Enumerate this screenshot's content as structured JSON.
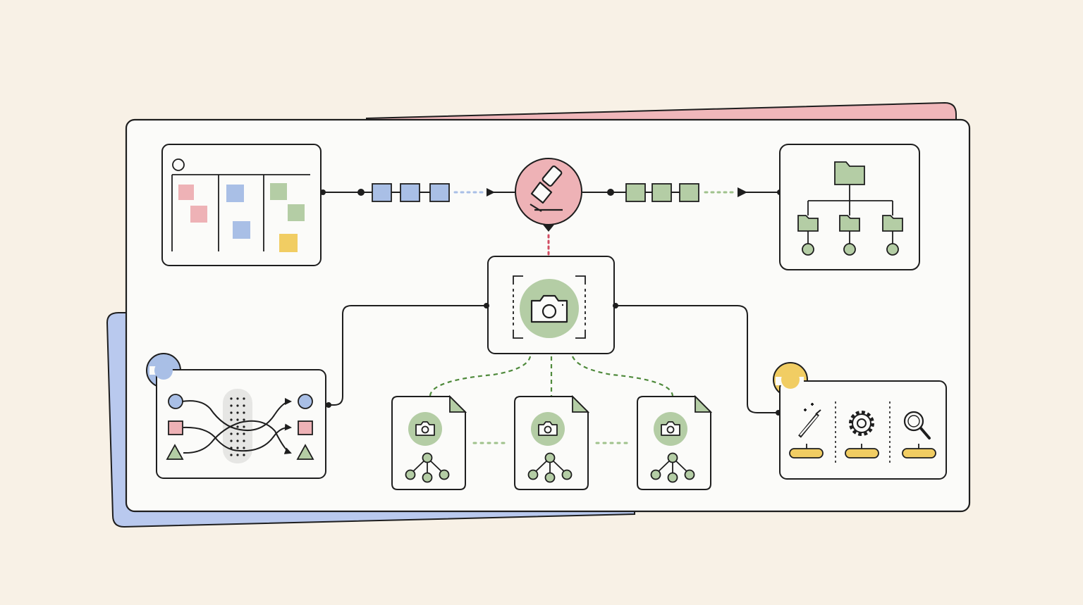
{
  "colors": {
    "background": "#f8f1e6",
    "panel": "#fbfbf9",
    "ink": "#1e1e1e",
    "red": "#eeb2b6",
    "red_line": "#d24d63",
    "blue": "#a9bfe6",
    "green": "#b4cda5",
    "green_line": "#4f8a3c",
    "yellow": "#f1cd63",
    "back_card_red": "#f0b7ba",
    "back_card_blue": "#b9c9ee"
  },
  "icons": {
    "kanban_board": "kanban-board-icon",
    "hub": "stamp-icon",
    "folder_tree": "folder-tree-icon",
    "capture": "camera-icon",
    "shape_router": "shape-shuffle-icon",
    "document": "document-camera-icon",
    "tools": [
      "wand-icon",
      "gear-icon",
      "magnifier-icon"
    ]
  },
  "diagram": {
    "nodes": [
      {
        "id": "kanban-board",
        "shape": "board"
      },
      {
        "id": "stamp-hub",
        "shape": "circle"
      },
      {
        "id": "folder-tree",
        "shape": "tree"
      },
      {
        "id": "capture-frame",
        "shape": "camera-frame"
      },
      {
        "id": "shape-router",
        "shape": "shuffle"
      },
      {
        "id": "document-1",
        "shape": "document"
      },
      {
        "id": "document-2",
        "shape": "document"
      },
      {
        "id": "document-3",
        "shape": "document"
      },
      {
        "id": "tool-panel",
        "shape": "tools"
      }
    ],
    "edges": [
      {
        "from": "kanban-board",
        "to": "stamp-hub",
        "style": "queue-blue"
      },
      {
        "from": "stamp-hub",
        "to": "folder-tree",
        "style": "queue-green"
      },
      {
        "from": "stamp-hub",
        "to": "capture-frame",
        "style": "dotted-red"
      },
      {
        "from": "capture-frame",
        "to": "shape-router",
        "style": "solid"
      },
      {
        "from": "capture-frame",
        "to": "tool-panel",
        "style": "solid"
      },
      {
        "from": "capture-frame",
        "to": "document-1",
        "style": "dashed-green"
      },
      {
        "from": "capture-frame",
        "to": "document-2",
        "style": "dashed-green"
      },
      {
        "from": "capture-frame",
        "to": "document-3",
        "style": "dashed-green"
      },
      {
        "from": "document-1",
        "to": "document-2",
        "style": "dotted-green"
      },
      {
        "from": "document-2",
        "to": "document-3",
        "style": "dotted-green"
      }
    ]
  }
}
